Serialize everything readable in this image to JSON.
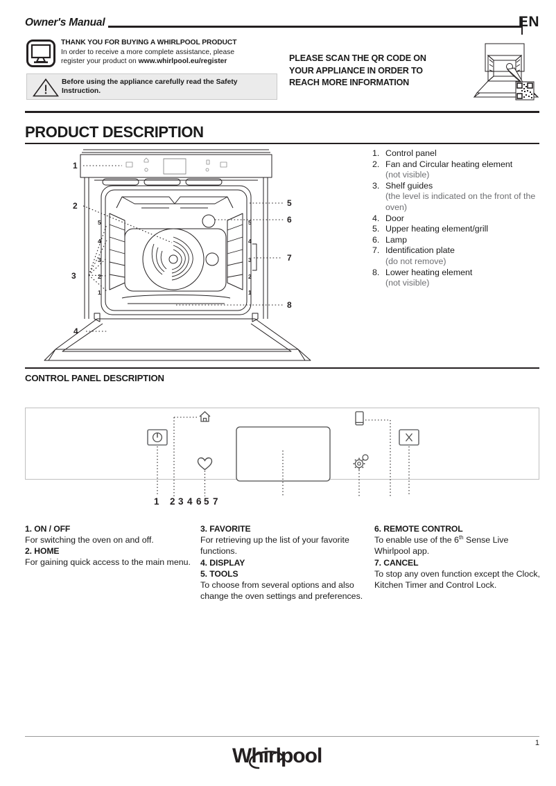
{
  "header": {
    "manual_title": "Owner's Manual",
    "language": "EN",
    "thank_you": {
      "icon": "monitor-icon",
      "heading": "THANK YOU FOR BUYING A WHIRLPOOL PRODUCT",
      "body_line1": "In order to receive a more complete assistance, please",
      "body_line2_prefix": "register your product on ",
      "body_line2_url": "www.whirlpool.eu/register"
    },
    "warning": {
      "icon": "warning-triangle-icon",
      "text": "Before using the appliance carefully read the Safety Instruction."
    },
    "qr_notice": {
      "line1": "PLEASE SCAN THE QR CODE ON",
      "line2": "YOUR APPLIANCE IN ORDER TO",
      "line3": "REACH MORE INFORMATION",
      "illustration": "oven-with-qr-code-illustration"
    }
  },
  "product_description": {
    "title": "PRODUCT DESCRIPTION",
    "diagram": "oven-front-cutaway-diagram",
    "diagram_callouts": [
      "1",
      "2",
      "3",
      "4",
      "5",
      "6",
      "7",
      "8"
    ],
    "shelf_levels": [
      "5",
      "4",
      "3",
      "2",
      "1"
    ],
    "parts": [
      {
        "num": "1.",
        "label": "Control panel",
        "sub": ""
      },
      {
        "num": "2.",
        "label": "Fan and Circular heating element",
        "sub": "(not visible)"
      },
      {
        "num": "3.",
        "label": "Shelf guides",
        "sub": "(the level is indicated on the front of the oven)"
      },
      {
        "num": "4.",
        "label": "Door",
        "sub": ""
      },
      {
        "num": "5.",
        "label": "Upper heating element/grill",
        "sub": ""
      },
      {
        "num": "6.",
        "label": "Lamp",
        "sub": ""
      },
      {
        "num": "7.",
        "label": "Identification plate",
        "sub": "(do not remove)"
      },
      {
        "num": "8.",
        "label": "Lower heating element",
        "sub": "(not visible)"
      }
    ]
  },
  "control_panel": {
    "title": "CONTROL PANEL DESCRIPTION",
    "icons": [
      {
        "name": "power-button-icon",
        "callout": "1"
      },
      {
        "name": "home-icon",
        "callout": "2"
      },
      {
        "name": "heart-favorite-icon",
        "callout": "3"
      },
      {
        "name": "display-screen",
        "callout": "4"
      },
      {
        "name": "gear-tools-icon",
        "callout": "5"
      },
      {
        "name": "phone-remote-control-icon",
        "callout": "6"
      },
      {
        "name": "cancel-x-button-icon",
        "callout": "7"
      }
    ],
    "callout_numbers": [
      "1",
      "2",
      "3",
      "4",
      "6",
      "5",
      "7"
    ],
    "descriptions": [
      {
        "heading": "1. ON / OFF",
        "body": "For switching the oven on and off."
      },
      {
        "heading": "2. HOME",
        "body": "For gaining quick access to the main menu."
      },
      {
        "heading": "3. FAVORITE",
        "body": "For retrieving up the list of your favorite functions."
      },
      {
        "heading": "4. DISPLAY",
        "body": ""
      },
      {
        "heading": "5. TOOLS",
        "body": "To choose from several options and also change the oven settings and preferences."
      },
      {
        "heading": "6. REMOTE CONTROL",
        "body_pre": "To enable use of the 6",
        "body_sup": "th",
        "body_post": " Sense Live Whirlpool app."
      },
      {
        "heading": "7. CANCEL",
        "body": "To stop any oven function except the Clock, Kitchen Timer and Control Lock."
      }
    ]
  },
  "footer": {
    "brand": "Whirlpool",
    "page_number": "1"
  },
  "colors": {
    "ink": "#231f20",
    "gray_text": "#6d6e71",
    "warn_box_bg": "#ebebeb",
    "rule": "#9a9a9a"
  }
}
